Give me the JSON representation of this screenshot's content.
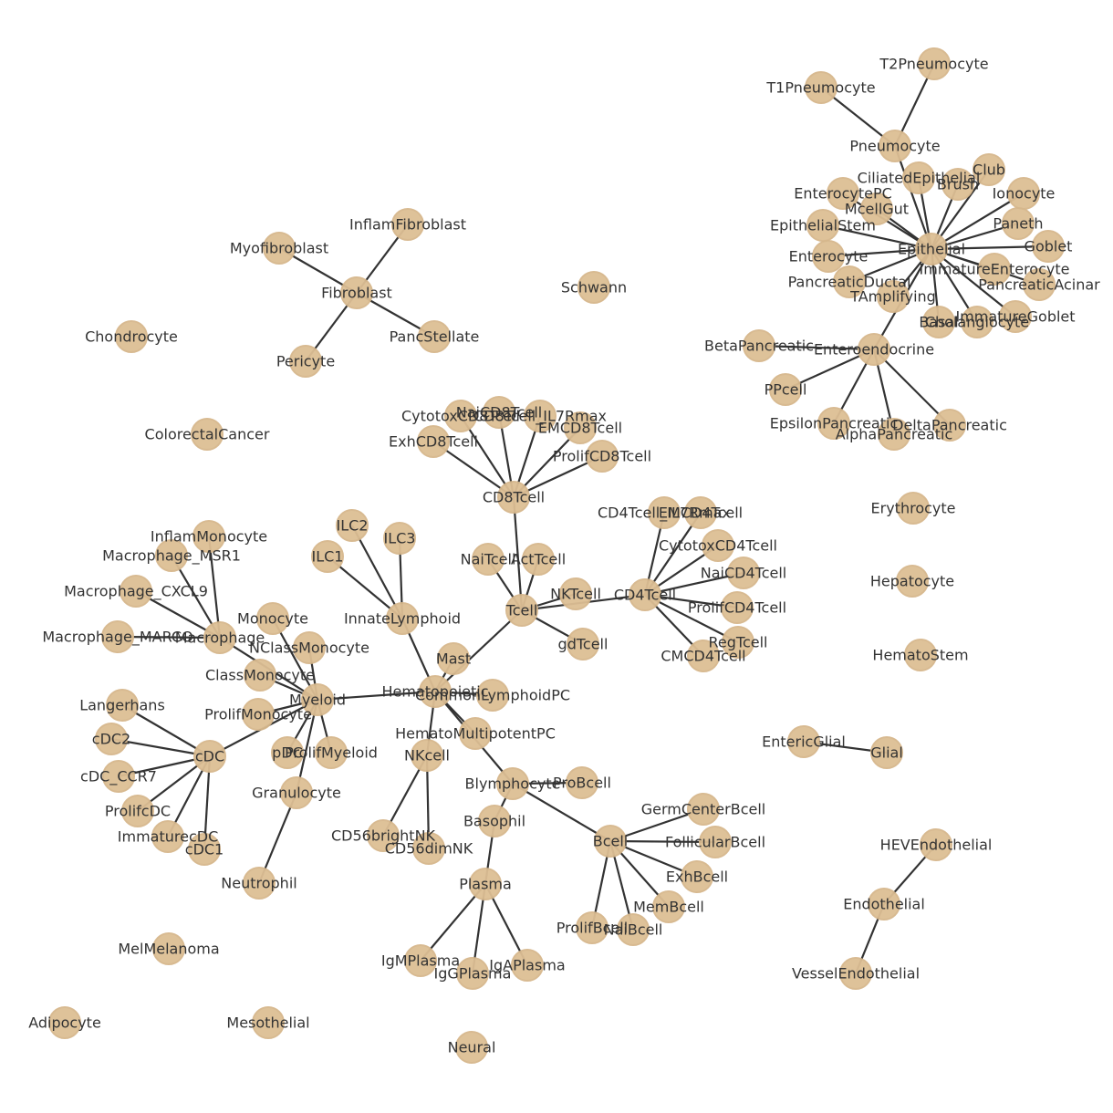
{
  "graph": {
    "colors": {
      "node": "#ddbf94",
      "edge": "#333333",
      "label": "#333333"
    },
    "nodes": [
      "T2Pneumocyte",
      "T1Pneumocyte",
      "Pneumocyte",
      "CiliatedEpithelial",
      "Club",
      "Brush",
      "EnterocytePC",
      "Ionocyte",
      "McellGut",
      "EpithelialStem",
      "Paneth",
      "Epithelial",
      "Goblet",
      "Enterocyte",
      "ImmatureEnterocyte",
      "PancreaticAcinar",
      "PancreaticDuctal",
      "TAmplifying",
      "Basal",
      "Cholangiocyte",
      "ImmatureGoblet",
      "BetaPancreatic",
      "Enteroendocrine",
      "PPcell",
      "EpsilonPancreatic",
      "AlphaPancreatic",
      "DeltaPancreatic",
      "InflamFibroblast",
      "Myofibroblast",
      "Fibroblast",
      "PancStellate",
      "Pericyte",
      "Schwann",
      "Chondrocyte",
      "ColorectalCancer",
      "CytotoxCD8Tcell",
      "NaiCD8Tcell",
      "CD8Tcell_IL7Rmax",
      "EMCD8Tcell",
      "ExhCD8Tcell",
      "ProlifCD8Tcell",
      "CD8Tcell",
      "CD4Tcell_IL7Rmax",
      "EMCD4Tcell",
      "CytotoxCD4Tcell",
      "NaiCD4Tcell",
      "CD4Tcell",
      "ProlifCD4Tcell",
      "RegTcell",
      "CMCD4Tcell",
      "NKTcell",
      "NaiTcell",
      "ActTcell",
      "Tcell",
      "gdTcell",
      "ILC2",
      "ILC3",
      "ILC1",
      "InnateLymphoid",
      "InflamMonocyte",
      "Macrophage_MSR1",
      "Macrophage_CXCL9",
      "Macrophage_MARCO",
      "Macrophage",
      "Monocyte",
      "NClassMonocyte",
      "ClassMonocyte",
      "Myeloid",
      "ProlifMonocyte",
      "Langerhans",
      "cDC2",
      "cDC",
      "cDC_CCR7",
      "ProlifcDC",
      "ImmaturecDC",
      "cDC1",
      "pDC",
      "ProlifMyeloid",
      "Granulocyte",
      "Neutrophil",
      "Mast",
      "Hematopoietic",
      "CommonLymphoidPC",
      "HematoMultipotentPC",
      "NKcell",
      "CD56brightNK",
      "CD56dimNK",
      "Blymphocyte",
      "ProBcell",
      "Basophil",
      "Bcell",
      "GermCenterBcell",
      "FollicularBcell",
      "ExhBcell",
      "MemBcell",
      "ProlifBcell",
      "NaiBcell",
      "Plasma",
      "IgMPlasma",
      "IgGPlasma",
      "IgAPlasma",
      "Erythrocyte",
      "Hepatocyte",
      "HematoStem",
      "EntericGlial",
      "Glial",
      "HEVEndothelial",
      "Endothelial",
      "VesselEndothelial",
      "MelMelanoma",
      "Adipocyte",
      "Mesothelial",
      "Neural"
    ],
    "edges": [
      [
        "T2Pneumocyte",
        "Pneumocyte"
      ],
      [
        "T1Pneumocyte",
        "Pneumocyte"
      ],
      [
        "Pneumocyte",
        "Epithelial"
      ],
      [
        "CiliatedEpithelial",
        "Epithelial"
      ],
      [
        "Club",
        "Epithelial"
      ],
      [
        "Brush",
        "Epithelial"
      ],
      [
        "EnterocytePC",
        "Epithelial"
      ],
      [
        "Ionocyte",
        "Epithelial"
      ],
      [
        "McellGut",
        "Epithelial"
      ],
      [
        "EpithelialStem",
        "Epithelial"
      ],
      [
        "Paneth",
        "Epithelial"
      ],
      [
        "Goblet",
        "Epithelial"
      ],
      [
        "Enterocyte",
        "Epithelial"
      ],
      [
        "ImmatureEnterocyte",
        "Epithelial"
      ],
      [
        "PancreaticAcinar",
        "Epithelial"
      ],
      [
        "PancreaticDuctal",
        "Epithelial"
      ],
      [
        "TAmplifying",
        "Epithelial"
      ],
      [
        "Basal",
        "Epithelial"
      ],
      [
        "Cholangiocyte",
        "Epithelial"
      ],
      [
        "ImmatureGoblet",
        "Epithelial"
      ],
      [
        "Enteroendocrine",
        "Epithelial"
      ],
      [
        "BetaPancreatic",
        "Enteroendocrine"
      ],
      [
        "PPcell",
        "Enteroendocrine"
      ],
      [
        "EpsilonPancreatic",
        "Enteroendocrine"
      ],
      [
        "AlphaPancreatic",
        "Enteroendocrine"
      ],
      [
        "DeltaPancreatic",
        "Enteroendocrine"
      ],
      [
        "InflamFibroblast",
        "Fibroblast"
      ],
      [
        "Myofibroblast",
        "Fibroblast"
      ],
      [
        "PancStellate",
        "Fibroblast"
      ],
      [
        "Pericyte",
        "Fibroblast"
      ],
      [
        "CytotoxCD8Tcell",
        "CD8Tcell"
      ],
      [
        "NaiCD8Tcell",
        "CD8Tcell"
      ],
      [
        "CD8Tcell_IL7Rmax",
        "CD8Tcell"
      ],
      [
        "EMCD8Tcell",
        "CD8Tcell"
      ],
      [
        "ExhCD8Tcell",
        "CD8Tcell"
      ],
      [
        "ProlifCD8Tcell",
        "CD8Tcell"
      ],
      [
        "CD8Tcell",
        "Tcell"
      ],
      [
        "CD4Tcell_IL7Rmax",
        "CD4Tcell"
      ],
      [
        "EMCD4Tcell",
        "CD4Tcell"
      ],
      [
        "CytotoxCD4Tcell",
        "CD4Tcell"
      ],
      [
        "NaiCD4Tcell",
        "CD4Tcell"
      ],
      [
        "ProlifCD4Tcell",
        "CD4Tcell"
      ],
      [
        "RegTcell",
        "CD4Tcell"
      ],
      [
        "CMCD4Tcell",
        "CD4Tcell"
      ],
      [
        "CD4Tcell",
        "Tcell"
      ],
      [
        "NKTcell",
        "Tcell"
      ],
      [
        "NaiTcell",
        "Tcell"
      ],
      [
        "ActTcell",
        "Tcell"
      ],
      [
        "gdTcell",
        "Tcell"
      ],
      [
        "Tcell",
        "Hematopoietic"
      ],
      [
        "ILC2",
        "InnateLymphoid"
      ],
      [
        "ILC3",
        "InnateLymphoid"
      ],
      [
        "ILC1",
        "InnateLymphoid"
      ],
      [
        "InnateLymphoid",
        "Hematopoietic"
      ],
      [
        "InflamMonocyte",
        "Macrophage"
      ],
      [
        "Macrophage_MSR1",
        "Macrophage"
      ],
      [
        "Macrophage_CXCL9",
        "Macrophage"
      ],
      [
        "Macrophage_MARCO",
        "Macrophage"
      ],
      [
        "Macrophage",
        "Myeloid"
      ],
      [
        "Monocyte",
        "Myeloid"
      ],
      [
        "NClassMonocyte",
        "Myeloid"
      ],
      [
        "ClassMonocyte",
        "Myeloid"
      ],
      [
        "ProlifMonocyte",
        "Myeloid"
      ],
      [
        "cDC",
        "Myeloid"
      ],
      [
        "pDC",
        "Myeloid"
      ],
      [
        "ProlifMyeloid",
        "Myeloid"
      ],
      [
        "Granulocyte",
        "Myeloid"
      ],
      [
        "Neutrophil",
        "Granulocyte"
      ],
      [
        "Myeloid",
        "Hematopoietic"
      ],
      [
        "Langerhans",
        "cDC"
      ],
      [
        "cDC2",
        "cDC"
      ],
      [
        "cDC_CCR7",
        "cDC"
      ],
      [
        "ProlifcDC",
        "cDC"
      ],
      [
        "ImmaturecDC",
        "cDC"
      ],
      [
        "cDC1",
        "cDC"
      ],
      [
        "Mast",
        "Hematopoietic"
      ],
      [
        "CommonLymphoidPC",
        "Hematopoietic"
      ],
      [
        "HematoMultipotentPC",
        "Hematopoietic"
      ],
      [
        "NKcell",
        "Hematopoietic"
      ],
      [
        "Blymphocyte",
        "Hematopoietic"
      ],
      [
        "CD56brightNK",
        "NKcell"
      ],
      [
        "CD56dimNK",
        "NKcell"
      ],
      [
        "ProBcell",
        "Blymphocyte"
      ],
      [
        "Basophil",
        "Blymphocyte"
      ],
      [
        "Bcell",
        "Blymphocyte"
      ],
      [
        "Plasma",
        "Basophil"
      ],
      [
        "GermCenterBcell",
        "Bcell"
      ],
      [
        "FollicularBcell",
        "Bcell"
      ],
      [
        "ExhBcell",
        "Bcell"
      ],
      [
        "MemBcell",
        "Bcell"
      ],
      [
        "ProlifBcell",
        "Bcell"
      ],
      [
        "NaiBcell",
        "Bcell"
      ],
      [
        "IgMPlasma",
        "Plasma"
      ],
      [
        "IgGPlasma",
        "Plasma"
      ],
      [
        "IgAPlasma",
        "Plasma"
      ],
      [
        "EntericGlial",
        "Glial"
      ],
      [
        "HEVEndothelial",
        "Endothelial"
      ],
      [
        "VesselEndothelial",
        "Endothelial"
      ]
    ]
  }
}
